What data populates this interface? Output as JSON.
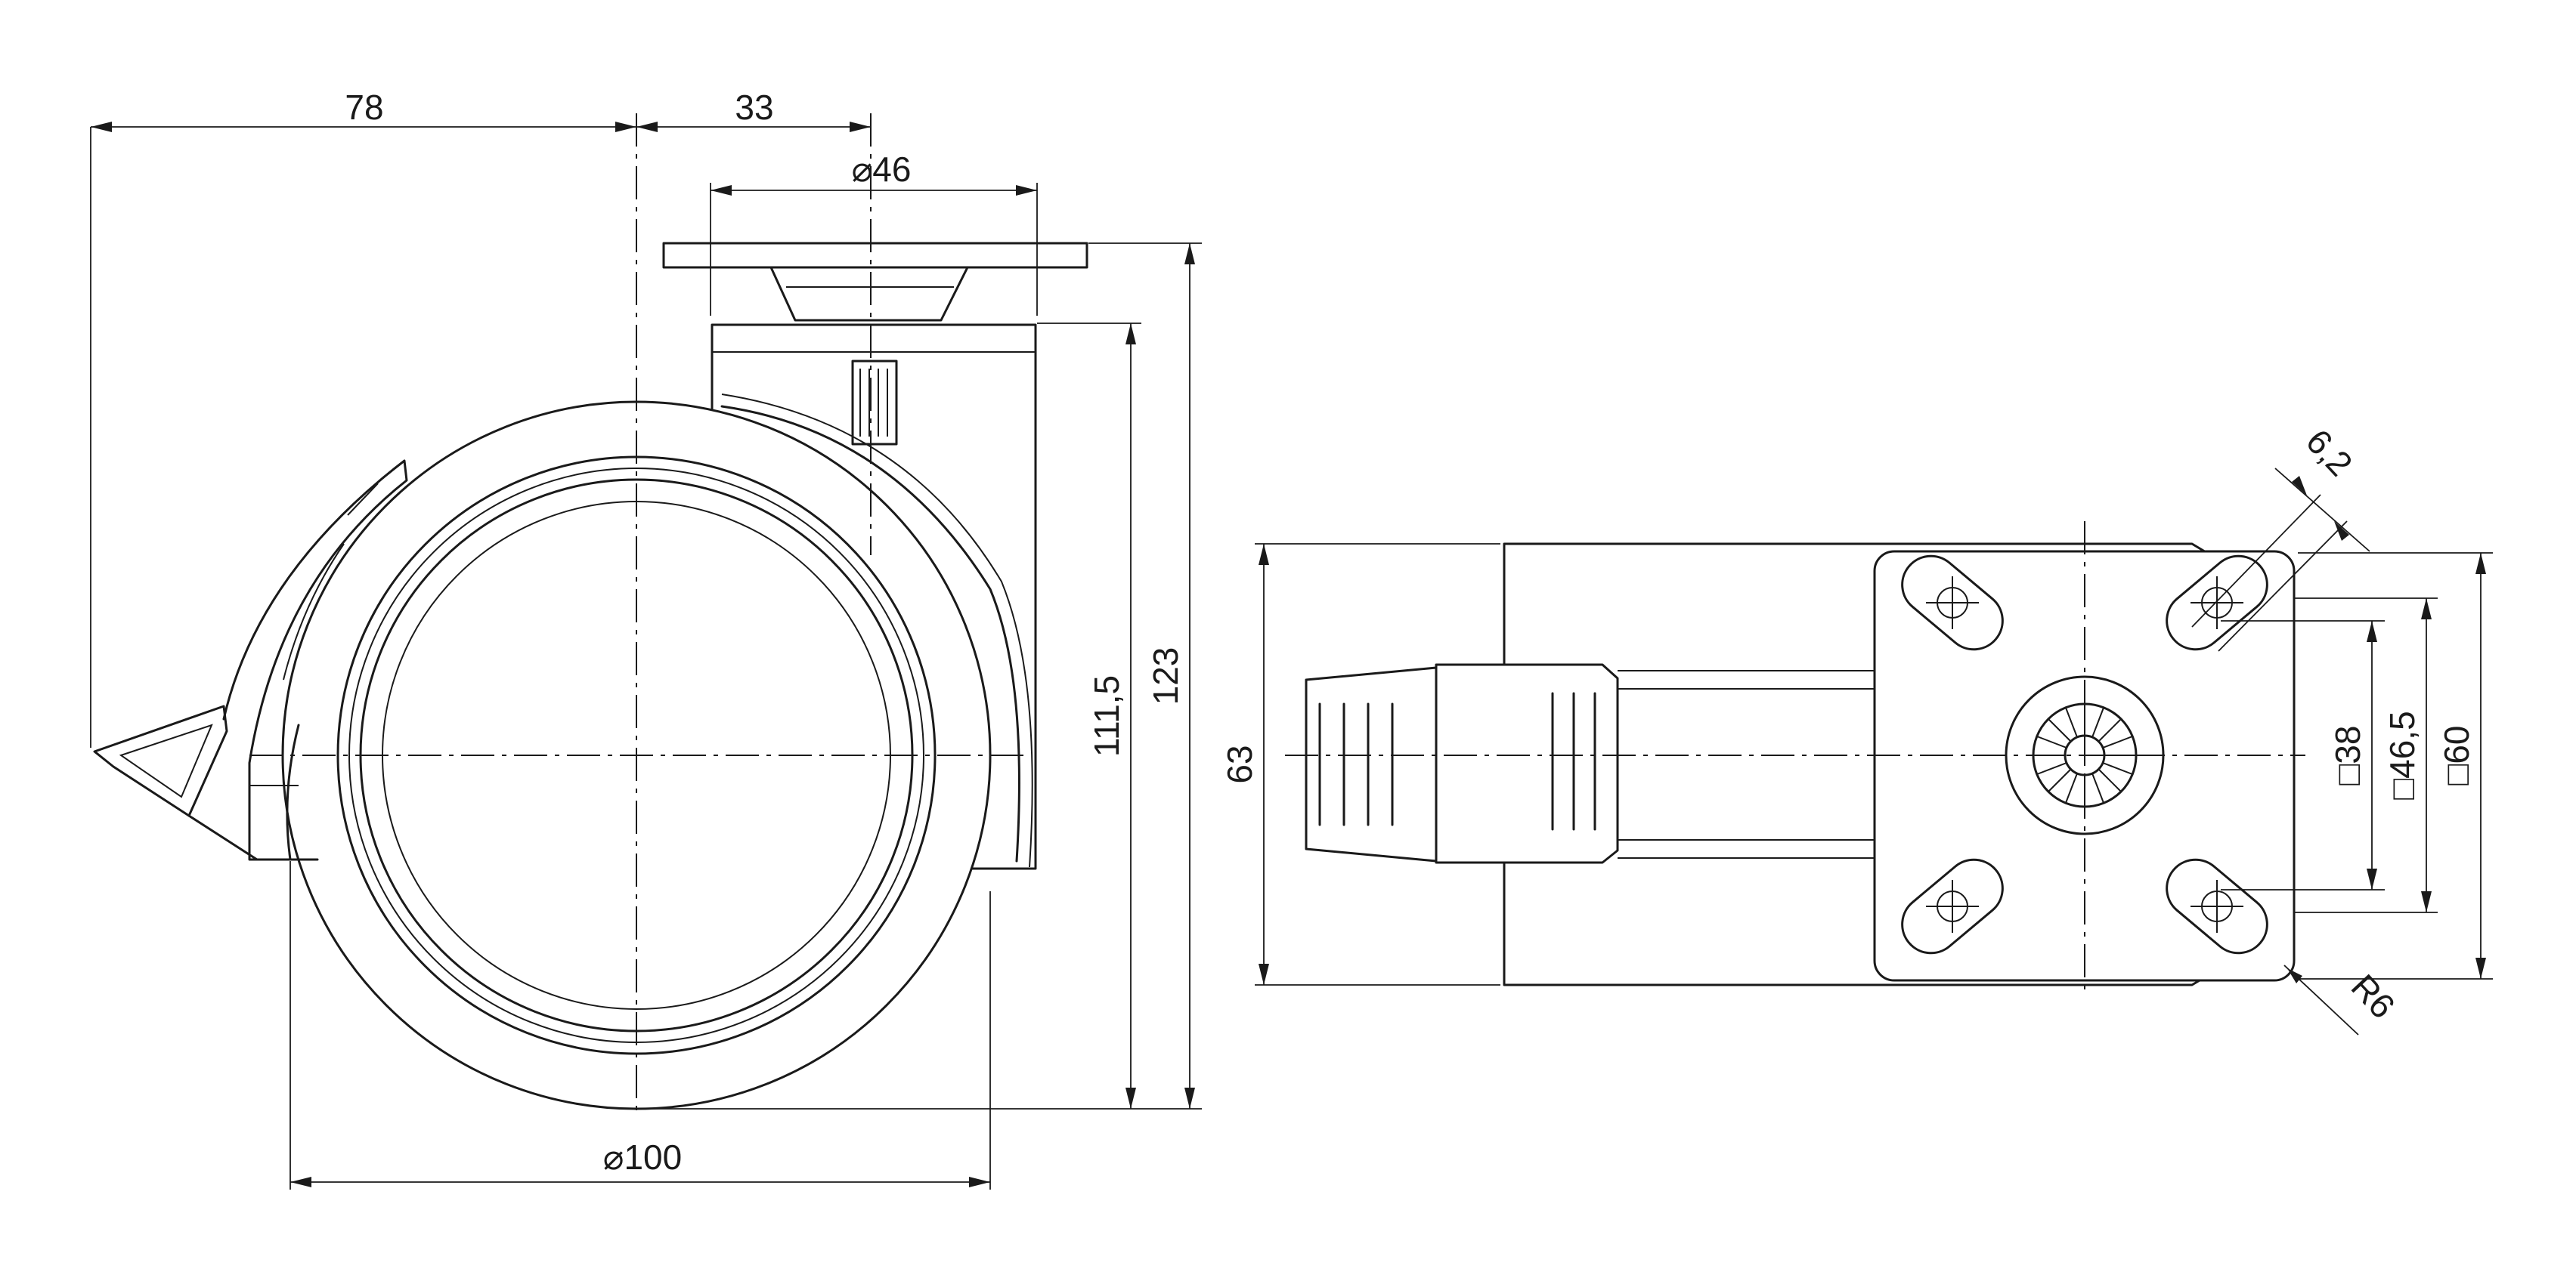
{
  "drawing": {
    "side_view": {
      "dim_brake_offset": "78",
      "dim_swivel_offset": "33",
      "dim_plate_diameter": "⌀46",
      "dim_wheel_diameter": "⌀100",
      "dim_height_to_plate": "111,5",
      "dim_overall_height": "123"
    },
    "top_view": {
      "dim_width": "63",
      "dim_bolt_hole": "6,2",
      "dim_plate_radius": "R6",
      "dim_hole_spacing": "□38",
      "dim_hole_spacing_outer": "□46,5",
      "dim_plate_size": "□60"
    },
    "colors": {
      "line": "#1a1a1a",
      "background": "#ffffff"
    }
  }
}
